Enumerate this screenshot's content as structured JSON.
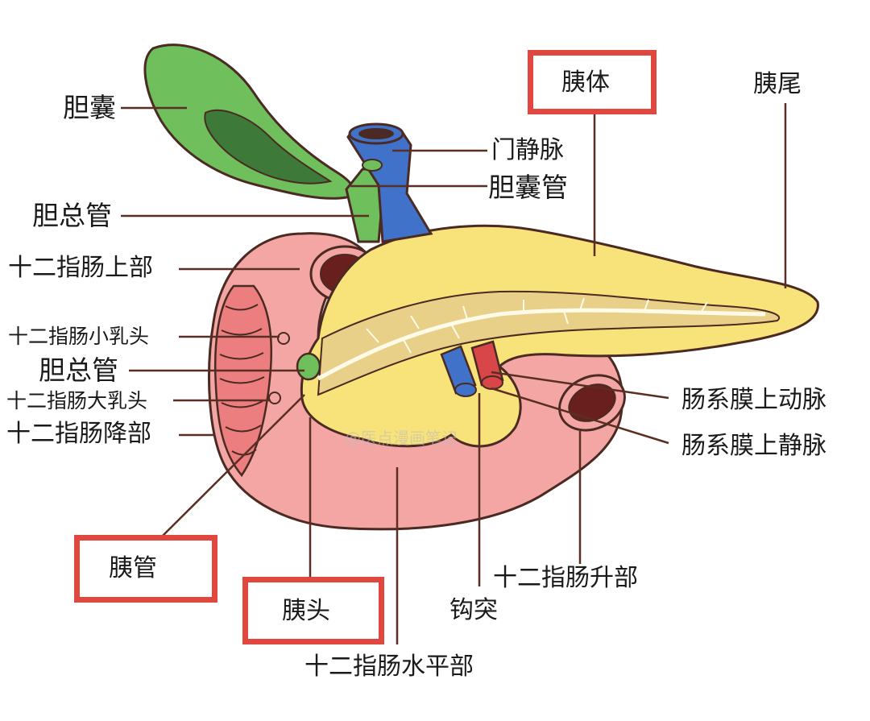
{
  "labels": {
    "gallbladder": "胆囊",
    "common_bile_duct_top": "胆总管",
    "duodenum_superior": "十二指肠上部",
    "minor_papilla": "十二指肠小乳头",
    "common_bile_duct_mid": "胆总管",
    "major_papilla": "十二指肠大乳头",
    "duodenum_descending": "十二指肠降部",
    "pancreatic_duct": "胰管",
    "pancreas_head": "胰头",
    "duodenum_horizontal": "十二指肠水平部",
    "uncinate_process": "钩突",
    "duodenum_ascending": "十二指肠升部",
    "sup_mesenteric_vein": "肠系膜上静脉",
    "sup_mesenteric_artery": "肠系膜上动脉",
    "pancreas_tail": "胰尾",
    "pancreas_body": "胰体",
    "portal_vein": "门静脉",
    "cystic_duct": "胆囊管"
  },
  "watermark": "@医点漫画笔记",
  "colors": {
    "highlight": "#e0483f",
    "pancreas": "#f8e27a",
    "duodenum": "#f3a6a3",
    "gallbladder": "#6fbf5c",
    "portal_vein": "#3f72c8",
    "artery": "#d9464a",
    "outline": "#4a2a22"
  }
}
